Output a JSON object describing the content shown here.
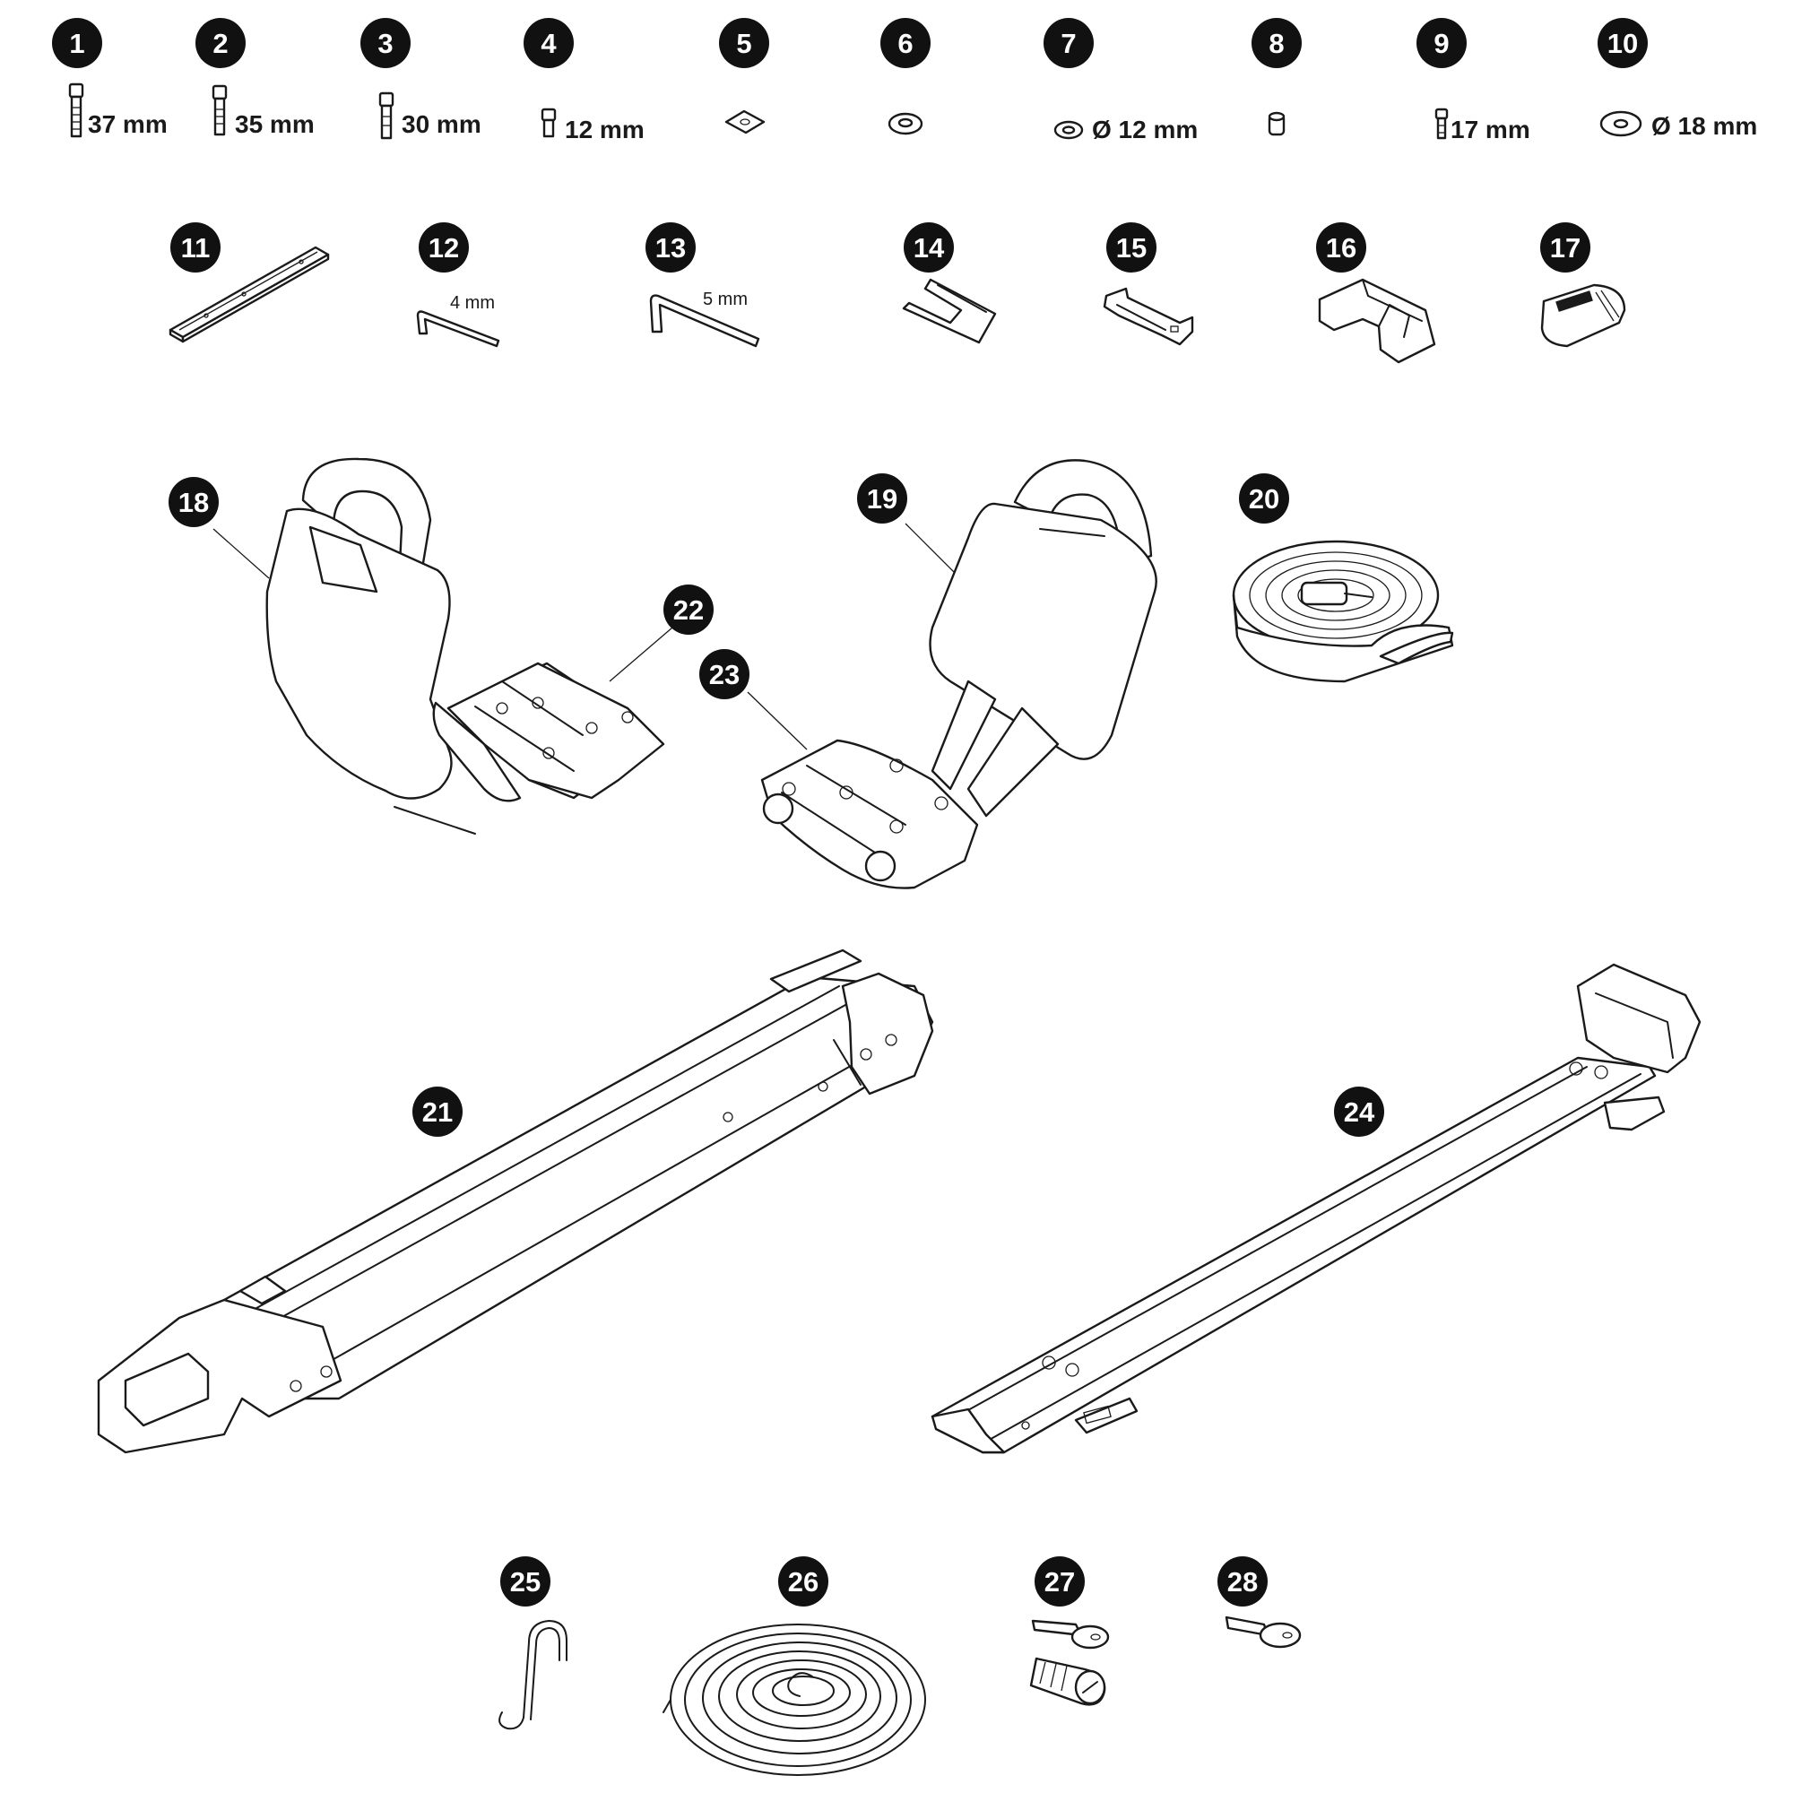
{
  "parts": [
    {
      "number": "1",
      "label": "37 mm"
    },
    {
      "number": "2",
      "label": "35 mm"
    },
    {
      "number": "3",
      "label": "30 mm"
    },
    {
      "number": "4",
      "label": "12 mm"
    },
    {
      "number": "5",
      "label": ""
    },
    {
      "number": "6",
      "label": ""
    },
    {
      "number": "7",
      "label": "Ø 12 mm"
    },
    {
      "number": "8",
      "label": ""
    },
    {
      "number": "9",
      "label": "17 mm"
    },
    {
      "number": "10",
      "label": "Ø 18 mm"
    },
    {
      "number": "11",
      "label": ""
    },
    {
      "number": "12",
      "label": "4 mm"
    },
    {
      "number": "13",
      "label": "5 mm"
    },
    {
      "number": "14",
      "label": ""
    },
    {
      "number": "15",
      "label": ""
    },
    {
      "number": "16",
      "label": ""
    },
    {
      "number": "17",
      "label": ""
    },
    {
      "number": "18",
      "label": ""
    },
    {
      "number": "19",
      "label": ""
    },
    {
      "number": "20",
      "label": ""
    },
    {
      "number": "21",
      "label": ""
    },
    {
      "number": "22",
      "label": ""
    },
    {
      "number": "23",
      "label": ""
    },
    {
      "number": "24",
      "label": ""
    },
    {
      "number": "25",
      "label": ""
    },
    {
      "number": "26",
      "label": ""
    },
    {
      "number": "27",
      "label": ""
    },
    {
      "number": "28",
      "label": ""
    }
  ],
  "colors": {
    "ink": "#1a1a1a",
    "badge": "#111111",
    "paper": "#ffffff"
  },
  "icons": {
    "1": "bolt-icon",
    "2": "bolt-icon",
    "3": "bolt-icon",
    "4": "short-bolt-icon",
    "5": "square-nut-icon",
    "6": "lock-washer-icon",
    "7": "washer-icon",
    "8": "spacer-icon",
    "9": "bolt-icon",
    "10": "washer-icon",
    "11": "rail-plate-icon",
    "12": "hex-key-icon",
    "13": "hex-key-icon",
    "14": "wire-bracket-icon",
    "15": "clip-bracket-icon",
    "16": "clamp-bracket-icon",
    "17": "end-cap-icon",
    "18": "kayak-cradle-icon",
    "19": "kayak-cradle-icon",
    "20": "strap-icon",
    "21": "crossbar-icon",
    "22": "foot-pad-icon",
    "23": "foot-pad-icon",
    "24": "support-rail-icon",
    "25": "s-hook-icon",
    "26": "coiled-rope-icon",
    "27": "lock-cylinder-key-icon",
    "28": "key-icon"
  }
}
